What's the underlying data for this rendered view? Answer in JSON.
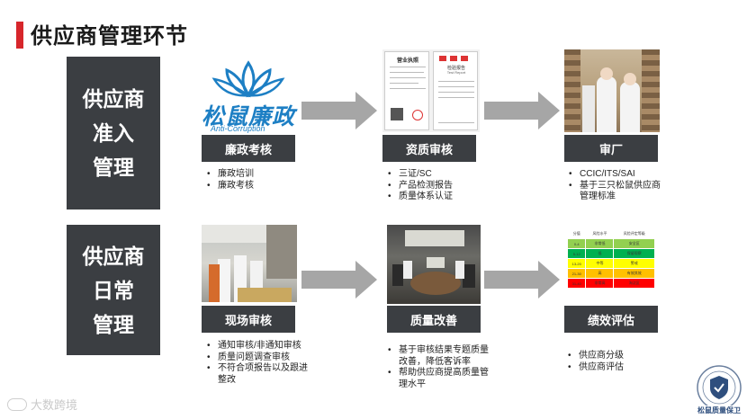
{
  "page": {
    "title": "供应商管理环节",
    "watermark": "大数跨境",
    "seal_text": "松鼠质量保卫"
  },
  "rows": [
    {
      "heading": [
        "供应商",
        "准入",
        "管理"
      ],
      "steps": [
        {
          "label": "廉政考核",
          "bullets": [
            "廉政培训",
            "廉政考核"
          ]
        },
        {
          "label": "资质审核",
          "bullets": [
            "三证/SC",
            "产品检测报告",
            "质量体系认证"
          ]
        },
        {
          "label": "审厂",
          "bullets": [
            "CCIC/ITS/SAI",
            "基于三只松鼠供应商管理标准"
          ]
        }
      ]
    },
    {
      "heading": [
        "供应商",
        "日常",
        "管理"
      ],
      "steps": [
        {
          "label": "现场审核",
          "bullets": [
            "通知审核/非通知审核",
            "质量问题调查审核",
            "不符合项报告以及跟进整改"
          ]
        },
        {
          "label": "质量改善",
          "bullets": [
            "基于审核结果专题质量改善，降低客诉率",
            "帮助供应商提高质量管理水平"
          ]
        },
        {
          "label": "绩效评估",
          "bullets": [
            "供应商分级",
            "供应商评估"
          ]
        }
      ]
    }
  ],
  "logo": {
    "text": "松鼠廉政",
    "sub": "Anti-Corruption"
  },
  "license_doc": {
    "title": "营业执照",
    "report_title": "检验报告",
    "report_sub": "Test Report"
  },
  "risk_table": {
    "headers": [
      "分值",
      "风险水平",
      "风险评定等级"
    ],
    "rows": [
      {
        "score": "0-4",
        "level": "非常低",
        "grade": "安全区",
        "color": "#92d050"
      },
      {
        "score": "5-12",
        "level": "低",
        "grade": "保留观察",
        "color": "#00b050"
      },
      {
        "score": "13-20",
        "level": "中等",
        "grade": "警戒",
        "color": "#ffff00"
      },
      {
        "score": "21-30",
        "level": "高",
        "grade": "有效其效",
        "color": "#ffc000"
      },
      {
        "score": "31-40",
        "level": "非常高",
        "grade": "淘汰区",
        "color": "#ff0000"
      }
    ]
  },
  "colors": {
    "accent": "#d7262b",
    "box": "#3b3e42",
    "arrow": "#a6a6a6",
    "logo": "#1d7fc4"
  }
}
